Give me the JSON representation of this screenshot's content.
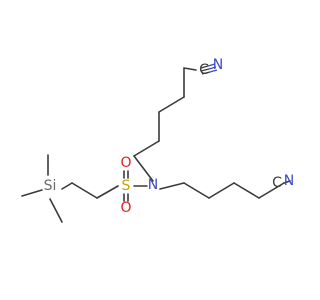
{
  "atoms": {
    "nitrile_top_c": "C",
    "nitrile_top_n": "N",
    "nitrile_bottom_c": "C",
    "nitrile_bottom_n": "N",
    "amide_n": "N",
    "sulfur": "S",
    "oxygen_top": "O",
    "oxygen_bottom": "O",
    "silicon": "Si"
  },
  "colors": {
    "bond": "#3a3a3a",
    "nitrogen": "#3b4cc0",
    "sulfur": "#c9a100",
    "oxygen": "#e02020",
    "silicon": "#6b6b6b"
  }
}
